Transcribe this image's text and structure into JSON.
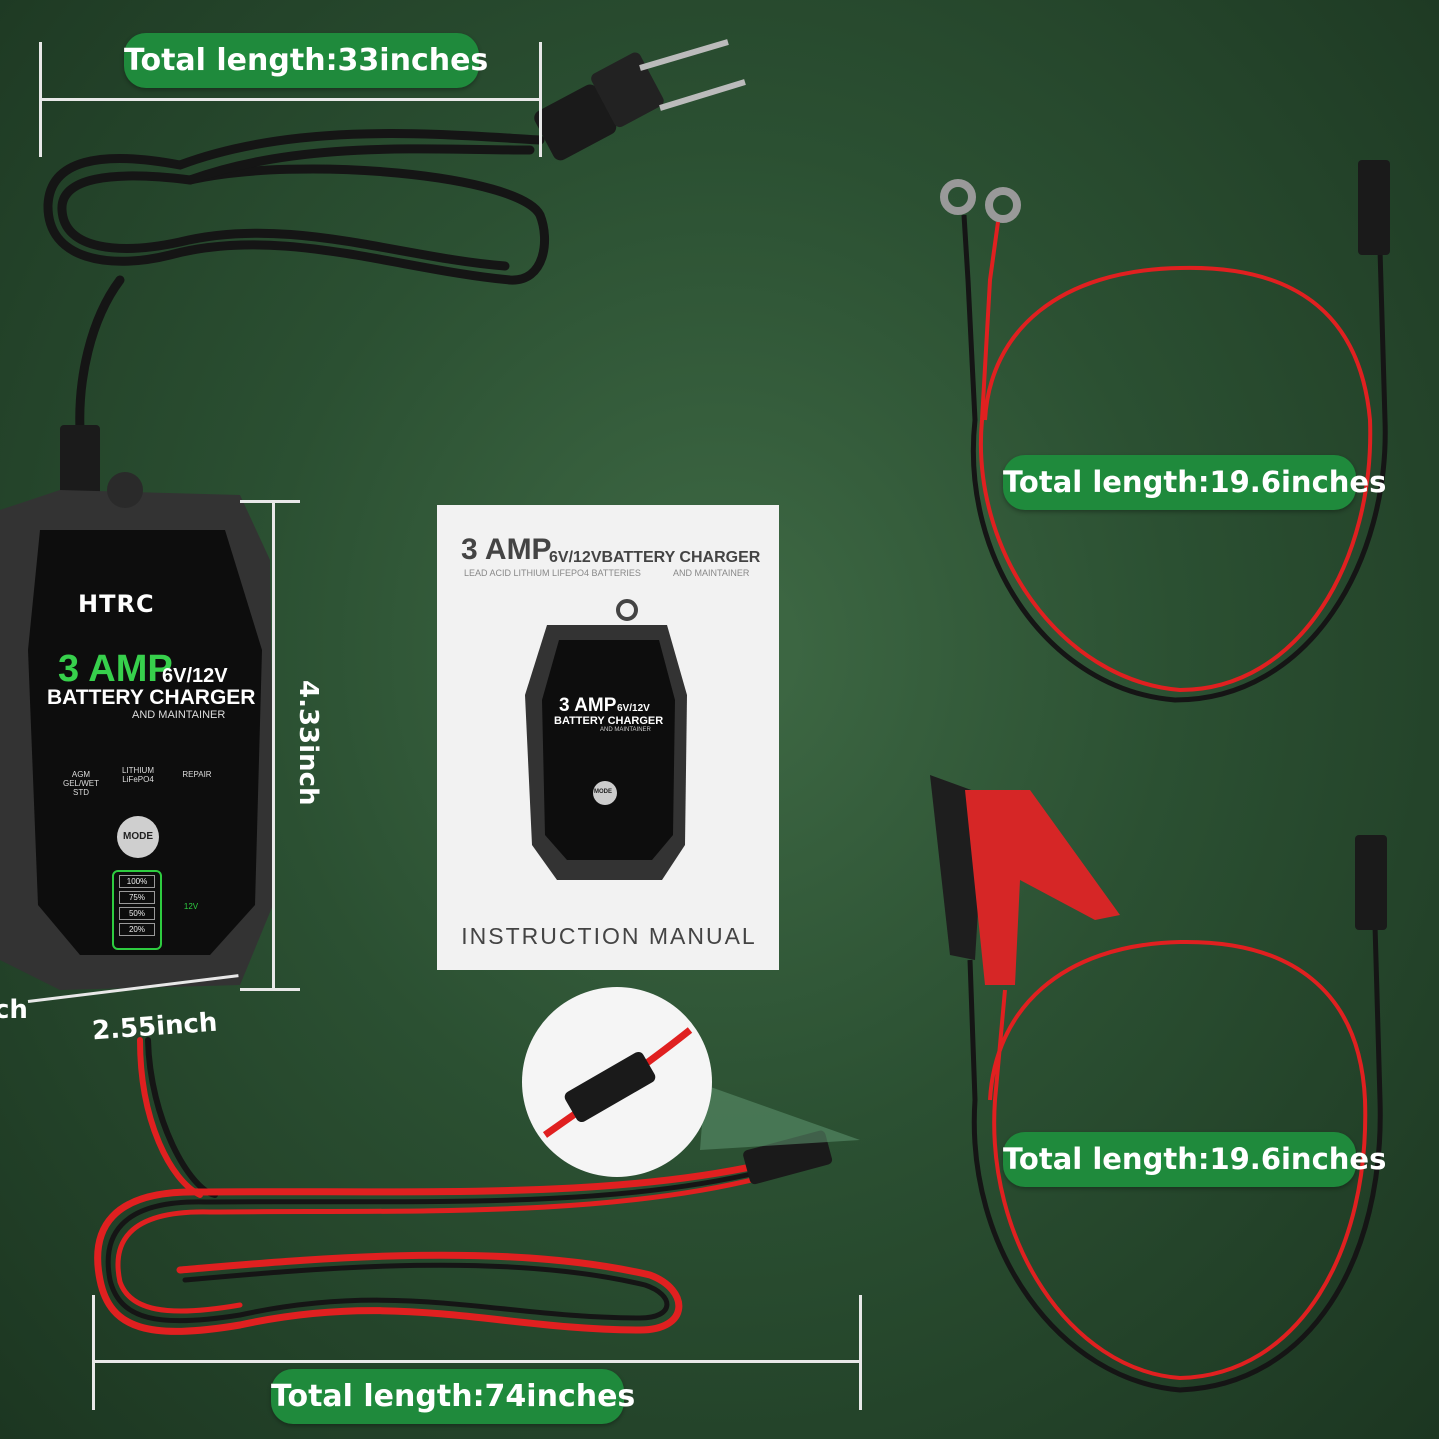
{
  "labels": {
    "ac_length": "Total length:33inches",
    "ring_length": "Total length:19.6inches",
    "clamp_length": "Total length:19.6inches",
    "output_length": "Total length:74inches",
    "height": "4.33inch",
    "width": "2.55inch",
    "depth": "ch"
  },
  "charger": {
    "brand": "HTRC",
    "amp": "3 AMP",
    "voltage": "6V/12V",
    "title": "BATTERY CHARGER",
    "subtitle": "AND MAINTAINER",
    "modes": [
      "AGM\nGEL/WET\nSTD",
      "LITHIUM\nLiFePO4",
      "REPAIR"
    ],
    "mode_button": "MODE",
    "levels": [
      "100%",
      "75%",
      "50%",
      "20%"
    ],
    "volt_indicator": "12V"
  },
  "manual": {
    "amp": "3 AMP",
    "title": "6V/12VBATTERY CHARGER",
    "subtitle_left": "LEAD ACID LITHIUM LIFEPO4 BATTERIES",
    "subtitle_right": "AND MAINTAINER",
    "footer": "INSTRUCTION MANUAL",
    "device_amp": "3 AMP",
    "device_volt": "6V/12V",
    "device_title": "BATTERY CHARGER",
    "device_sub": "AND MAINTAINER",
    "device_mode": "MODE"
  },
  "colors": {
    "pill_green": "#1f8a3c",
    "background": "#2b5032",
    "wire_red": "#e02020",
    "led_green": "#37d04c"
  }
}
